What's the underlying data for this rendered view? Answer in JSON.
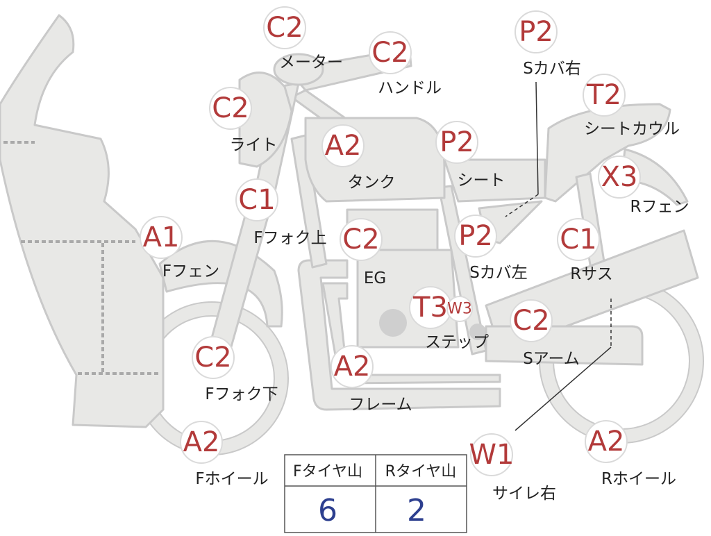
{
  "parts": [
    {
      "name": "meter",
      "label": "メーター",
      "grade": "C2"
    },
    {
      "name": "handle",
      "label": "ハンドル",
      "grade": "C2"
    },
    {
      "name": "side-cover-right",
      "label": "Sカバ右",
      "grade": "P2"
    },
    {
      "name": "light",
      "label": "ライト",
      "grade": "C2"
    },
    {
      "name": "tank",
      "label": "タンク",
      "grade": "A2"
    },
    {
      "name": "seat",
      "label": "シート",
      "grade": "P2"
    },
    {
      "name": "seat-cowl",
      "label": "シートカウル",
      "grade": "T2"
    },
    {
      "name": "fork-upper",
      "label": "Fフォク上",
      "grade": "C1"
    },
    {
      "name": "rear-fender",
      "label": "Rフェン",
      "grade": "X3"
    },
    {
      "name": "front-fender",
      "label": "Fフェン",
      "grade": "A1"
    },
    {
      "name": "engine",
      "label": "EG",
      "grade": "C2"
    },
    {
      "name": "side-cover-left",
      "label": "Sカバ左",
      "grade": "P2"
    },
    {
      "name": "rear-suspension",
      "label": "Rサス",
      "grade": "C1"
    },
    {
      "name": "step",
      "label": "ステップ",
      "grade": "T3",
      "extra_grade": "W3"
    },
    {
      "name": "swing-arm",
      "label": "Sアーム",
      "grade": "C2"
    },
    {
      "name": "fork-lower",
      "label": "Fフォク下",
      "grade": "C2"
    },
    {
      "name": "frame",
      "label": "フレーム",
      "grade": "A2"
    },
    {
      "name": "front-wheel",
      "label": "Fホイール",
      "grade": "A2"
    },
    {
      "name": "muffler-right",
      "label": "サイレ右",
      "grade": "W1"
    },
    {
      "name": "rear-wheel",
      "label": "Rホイール",
      "grade": "A2"
    }
  ],
  "tire_table": {
    "front_header": "Fタイヤ山",
    "rear_header": "Rタイヤ山",
    "front_value": "6",
    "rear_value": "2"
  },
  "colors": {
    "grade_text": "#b23a3a",
    "part_fill": "#e8e8e6",
    "table_value": "#2d3f8f"
  }
}
